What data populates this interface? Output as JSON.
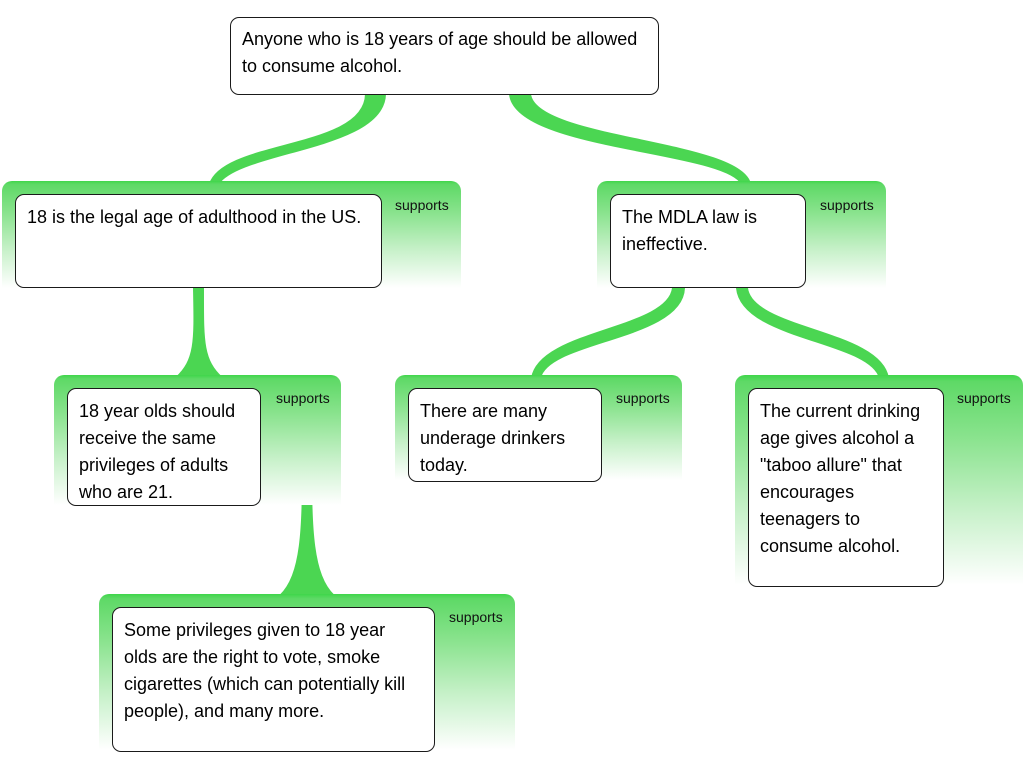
{
  "diagram": {
    "type": "argument-map",
    "colors": {
      "connector": "#4bd652",
      "support_panel_top": "#3fd64a",
      "support_panel_bottom": "#ffffff",
      "box_border": "#1a1a1a",
      "box_fill": "#ffffff"
    },
    "root": {
      "text": "Anyone who is 18 years of age should be allowed to consume alcohol."
    },
    "nodes": {
      "legal_age": {
        "text": "18 is the legal age of adulthood in the US.",
        "relation": "supports",
        "parent": "root"
      },
      "mdla": {
        "text": "The MDLA law is ineffective.",
        "relation": "supports",
        "parent": "root"
      },
      "same_privileges": {
        "text": "18 year olds should receive the same privileges of adults who are 21.",
        "relation": "supports",
        "parent": "legal_age"
      },
      "privileges_examples": {
        "text": "Some privileges given to 18 year olds are the right to vote, smoke cigarettes (which can potentially kill people), and many more.",
        "relation": "supports",
        "parent": "same_privileges"
      },
      "underage": {
        "text": "There are many underage drinkers today.",
        "relation": "supports",
        "parent": "mdla"
      },
      "taboo": {
        "text": "The current drinking age gives alcohol a \"taboo allure\" that encourages teenagers to consume alcohol.",
        "relation": "supports",
        "parent": "mdla"
      }
    }
  }
}
